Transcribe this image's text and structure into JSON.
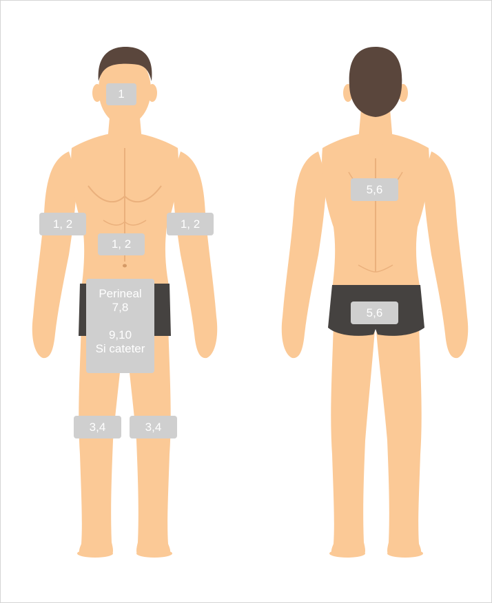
{
  "colors": {
    "skin": "#fbc996",
    "skin_shade": "#eab07c",
    "hair": "#5a463c",
    "shorts": "#454240",
    "label_bg": "#cfcfcf",
    "label_text": "#ffffff"
  },
  "front": {
    "labels": {
      "face": "1",
      "left_upper_arm": "1, 2",
      "right_upper_arm": "1, 2",
      "abdomen": "1, 2",
      "perineal_title": "Perineal",
      "perineal_values": "7,8",
      "catheter_values": "9,10",
      "catheter_text": "Si cateter",
      "left_knee": "3,4",
      "right_knee": "3,4"
    }
  },
  "back": {
    "labels": {
      "upper_back": "5,6",
      "buttocks": "5,6"
    }
  }
}
